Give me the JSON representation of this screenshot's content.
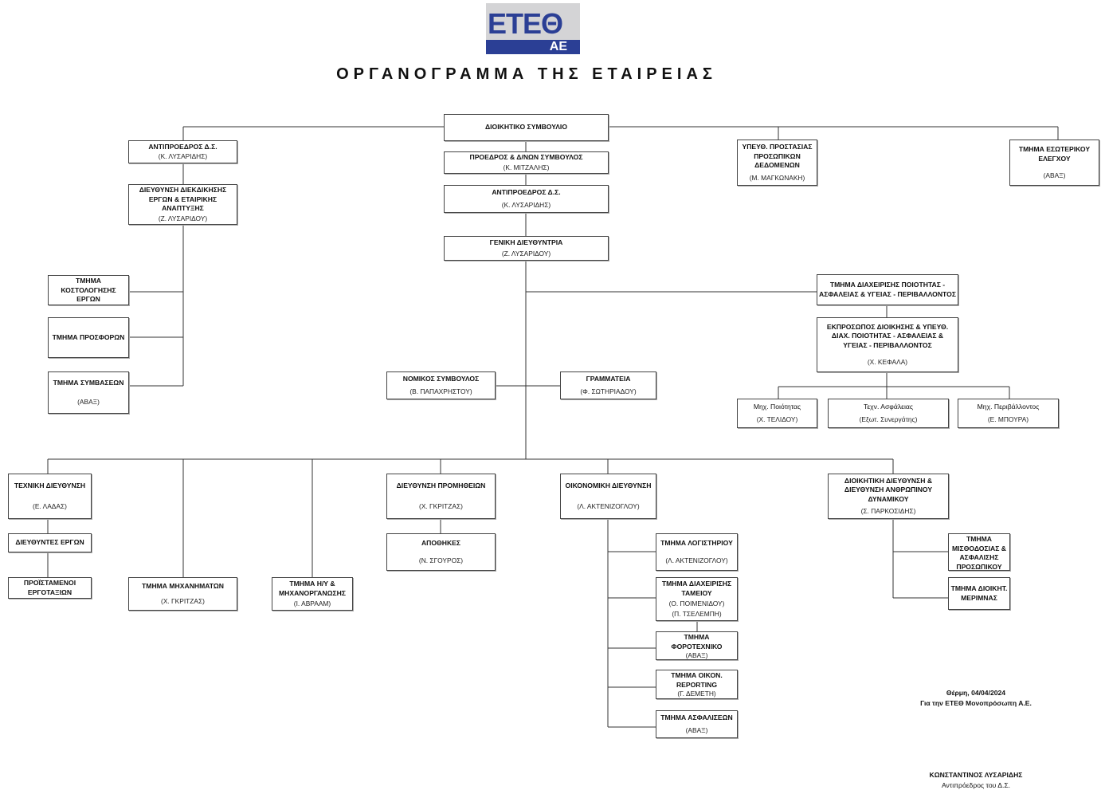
{
  "logo": {
    "text": "ΕΤΕΘ",
    "sub": "ΑΕ"
  },
  "title": "ΟΡΓΑΝΟΓΡΑΜΜΑ ΤΗΣ ΕΤΑΙΡΕΙΑΣ",
  "boxes": {
    "board": {
      "title": "ΔΙΟΙΚΗΤΙΚΟ ΣΥΜΒΟΥΛΙΟ"
    },
    "vp_left": {
      "title": "ΑΝΤΙΠΡΟΕΔΡΟΣ Δ.Σ.",
      "person": "(Κ. ΛΥΣΑΡΙΔΗΣ)"
    },
    "bid_dir": {
      "title": "ΔΙΕΥΘΥΝΣΗ ΔΙΕΚΔΙΚΗΣΗΣ ΕΡΓΩΝ & ΕΤΑΙΡΙΚΗΣ ΑΝΑΠΤΥΞΗΣ",
      "person": "(Ζ. ΛΥΣΑΡΙΔΟΥ)"
    },
    "costing": {
      "title": "ΤΜΗΜΑ ΚΟΣΤΟΛΟΓΗΣΗΣ ΕΡΓΩΝ"
    },
    "offers": {
      "title": "ΤΜΗΜΑ ΠΡΟΣΦΟΡΩΝ"
    },
    "contracts": {
      "title": "ΤΜΗΜΑ ΣΥΜΒΑΣΕΩΝ",
      "person": "(ΑΒΑΞ)"
    },
    "ceo": {
      "title": "ΠΡΟΕΔΡΟΣ & Δ/ΝΩΝ ΣΥΜΒΟΥΛΟΣ",
      "person": "(Κ. ΜΙΤΖΑΛΗΣ)"
    },
    "vp_center": {
      "title": "ΑΝΤΙΠΡΟΕΔΡΟΣ Δ.Σ.",
      "person": "(Κ. ΛΥΣΑΡΙΔΗΣ)"
    },
    "gm": {
      "title": "ΓΕΝΙΚΗ ΔΙΕΥΘΥΝΤΡΙΑ",
      "person": "(Ζ. ΛΥΣΑΡΙΔΟΥ)"
    },
    "dpo": {
      "title": "ΥΠΕΥΘ. ΠΡΟΣΤΑΣΙΑΣ ΠΡΟΣΩΠΙΚΩΝ ΔΕΔΟΜΕΝΩΝ",
      "person": "(Μ. ΜΑΓΚΩΝΑΚΗ)"
    },
    "audit": {
      "title": "ΤΜΗΜΑ ΕΣΩΤΕΡΙΚΟΥ ΕΛΕΓΧΟΥ",
      "person": "(ΑΒΑΞ)"
    },
    "quality_dept": {
      "title": "ΤΜΗΜΑ ΔΙΑΧΕΙΡΙΣΗΣ ΠΟΙΟΤΗΤΑΣ - ΑΣΦΑΛΕΙΑΣ & ΥΓΕΙΑΣ - ΠΕΡΙΒΑΛΛΟΝΤΟΣ"
    },
    "quality_rep": {
      "title": "ΕΚΠΡΟΣΩΠΟΣ ΔΙΟΙΚΗΣΗΣ & ΥΠΕΥΘ. ΔΙΑΧ. ΠΟΙΟΤΗΤΑΣ - ΑΣΦΑΛΕΙΑΣ & ΥΓΕΙΑΣ - ΠΕΡΙΒΑΛΛΟΝΤΟΣ",
      "person": "(Χ. ΚΕΦΑΛΑ)"
    },
    "q_eng": {
      "title": "Μηχ. Ποιότητας",
      "person": "(Χ. ΤΕΛΙΔΟΥ)"
    },
    "safety": {
      "title": "Τεχν. Ασφάλειας",
      "person": "(Εξωτ. Συνεργάτης)"
    },
    "env": {
      "title": "Μηχ. Περιβάλλοντος",
      "person": "(Ε. ΜΠΟΥΡΑ)"
    },
    "legal": {
      "title": "ΝΟΜΙΚΟΣ ΣΥΜΒΟΥΛΟΣ",
      "person": "(Β. ΠΑΠΑΧΡΗΣΤΟΥ)"
    },
    "secretariat": {
      "title": "ΓΡΑΜΜΑΤΕΙΑ",
      "person": "(Φ. ΣΩΤΗΡΙΑΔΟΥ)"
    },
    "tech": {
      "title": "ΤΕΧΝΙΚΗ ΔΙΕΥΘΥΝΣΗ",
      "person": "(Ε. ΛΑΔΑΣ)"
    },
    "proj_dirs": {
      "title": "ΔΙΕΥΘΥΝΤΕΣ ΕΡΓΩΝ"
    },
    "site_mgrs": {
      "title": "ΠΡΟΪΣΤΑΜΕΝΟΙ ΕΡΓΟΤΑΞΙΩΝ"
    },
    "machinery": {
      "title": "ΤΜΗΜΑ ΜΗΧΑΝΗΜΑΤΩΝ",
      "person": "(Χ. ΓΚΡΙΤΖΑΣ)"
    },
    "it": {
      "title": "ΤΜΗΜΑ Η/Υ & ΜΗΧΑΝΟΡΓΑΝΩΣΗΣ",
      "person": "(Ι. ΑΒΡΑΑΜ)"
    },
    "procurement": {
      "title": "ΔΙΕΥΘΥΝΣΗ ΠΡΟΜΗΘΕΙΩΝ",
      "person": "(Χ. ΓΚΡΙΤΖΑΣ)"
    },
    "warehouses": {
      "title": "ΑΠΟΘΗΚΕΣ",
      "person": "(Ν. ΣΓΟΥΡΟΣ)"
    },
    "finance": {
      "title": "ΟΙΚΟΝΟΜΙΚΗ ΔΙΕΥΘΥΝΣΗ",
      "person": "(Λ. ΑΚΤΕΝΙΖΟΓΛΟΥ)"
    },
    "accounting": {
      "title": "ΤΜΗΜΑ ΛΟΓΙΣΤΗΡΙΟΥ",
      "person": "(Λ. ΑΚΤΕΝΙΖΟΓΛΟΥ)"
    },
    "treasury": {
      "title": "ΤΜΗΜΑ ΔΙΑΧΕΙΡΙΣΗΣ ΤΑΜΕΙΟΥ",
      "person": "(Ο. ΠΟΙΜΕΝΙΔΟΥ)",
      "person2": "(Π. ΤΣΕΛΕΜΠΗ)"
    },
    "tax": {
      "title": "ΤΜΗΜΑ ΦΟΡΟΤΕΧΝΙΚΟ",
      "person": "(ΑΒΑΞ)"
    },
    "reporting": {
      "title": "ΤΜΗΜΑ ΟΙΚΟΝ. REPORTING",
      "person": "(Γ. ΔΕΜΕΤΗ)"
    },
    "insurance": {
      "title": "ΤΜΗΜΑ ΑΣΦΑΛΙΣΕΩΝ",
      "person": "(ΑΒΑΞ)"
    },
    "admin_hr": {
      "title": "ΔΙΟΙΚΗΤΙΚΗ ΔΙΕΥΘΥΝΣΗ & ΔΙΕΥΘΥΝΣΗ ΑΝΘΡΩΠΙΝΟΥ ΔΥΝΑΜΙΚΟΥ",
      "person": "(Σ. ΠΑΡΚΟΣΙΔΗΣ)"
    },
    "payroll": {
      "title": "ΤΜΗΜΑ ΜΙΣΘΟΔΟΣΙΑΣ & ΑΣΦΑΛΙΣΗΣ ΠΡΟΣΩΠΙΚΟΥ"
    },
    "admin_care": {
      "title": "ΤΜΗΜΑ ΔΙΟΙΚΗΤ. ΜΕΡΙΜΝΑΣ"
    }
  },
  "footer": {
    "place_date": "Θέρμη, 04/04/2024",
    "company": "Για την ΕΤΕΘ Μονοπρόσωπη Α.Ε.",
    "signatory": "ΚΩΝΣΤΑΝΤΙΝΟΣ ΛΥΣΑΡΙΔΗΣ",
    "signatory_role": "Αντιπρόεδρος του Δ.Σ."
  }
}
